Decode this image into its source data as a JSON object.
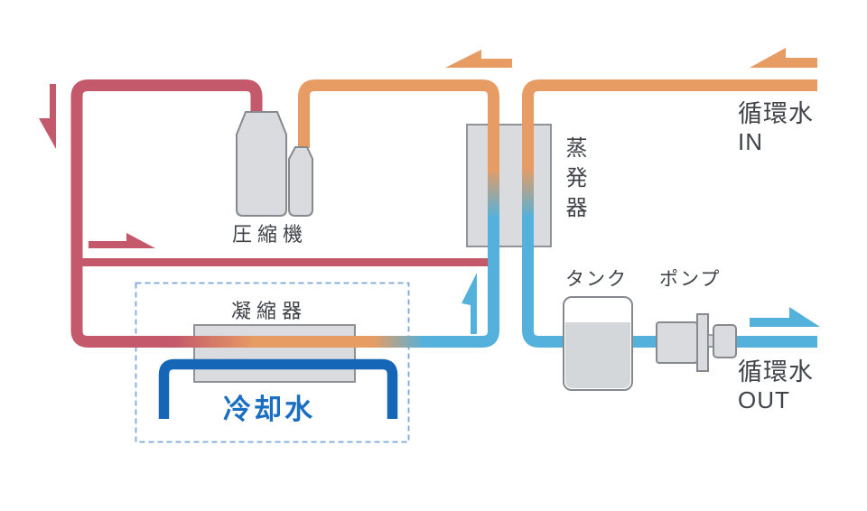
{
  "diagram": {
    "title_context": "chiller-flow-diagram",
    "labels": {
      "compressor": "圧縮機",
      "evaporator": "蒸発器",
      "condenser": "凝縮器",
      "cooling_water": "冷却水",
      "tank": "タンク",
      "pump": "ポンプ",
      "circulating_in_line1": "循環水",
      "circulating_in_line2": "IN",
      "circulating_out_line1": "循環水",
      "circulating_out_line2": "OUT"
    },
    "colors": {
      "hot_refrigerant": "#c4596b",
      "warm_line": "#e79c63",
      "cold_line": "#53b1db",
      "cooling_water_pipe": "#1566b7",
      "component_fill": "#d9dbde",
      "component_stroke": "#86898d",
      "label_text": "#3f4348",
      "cooling_water_text": "#1b6fc2",
      "dashed_border": "#7ba8d8",
      "tank_water_fill": "#d4d7da"
    }
  }
}
